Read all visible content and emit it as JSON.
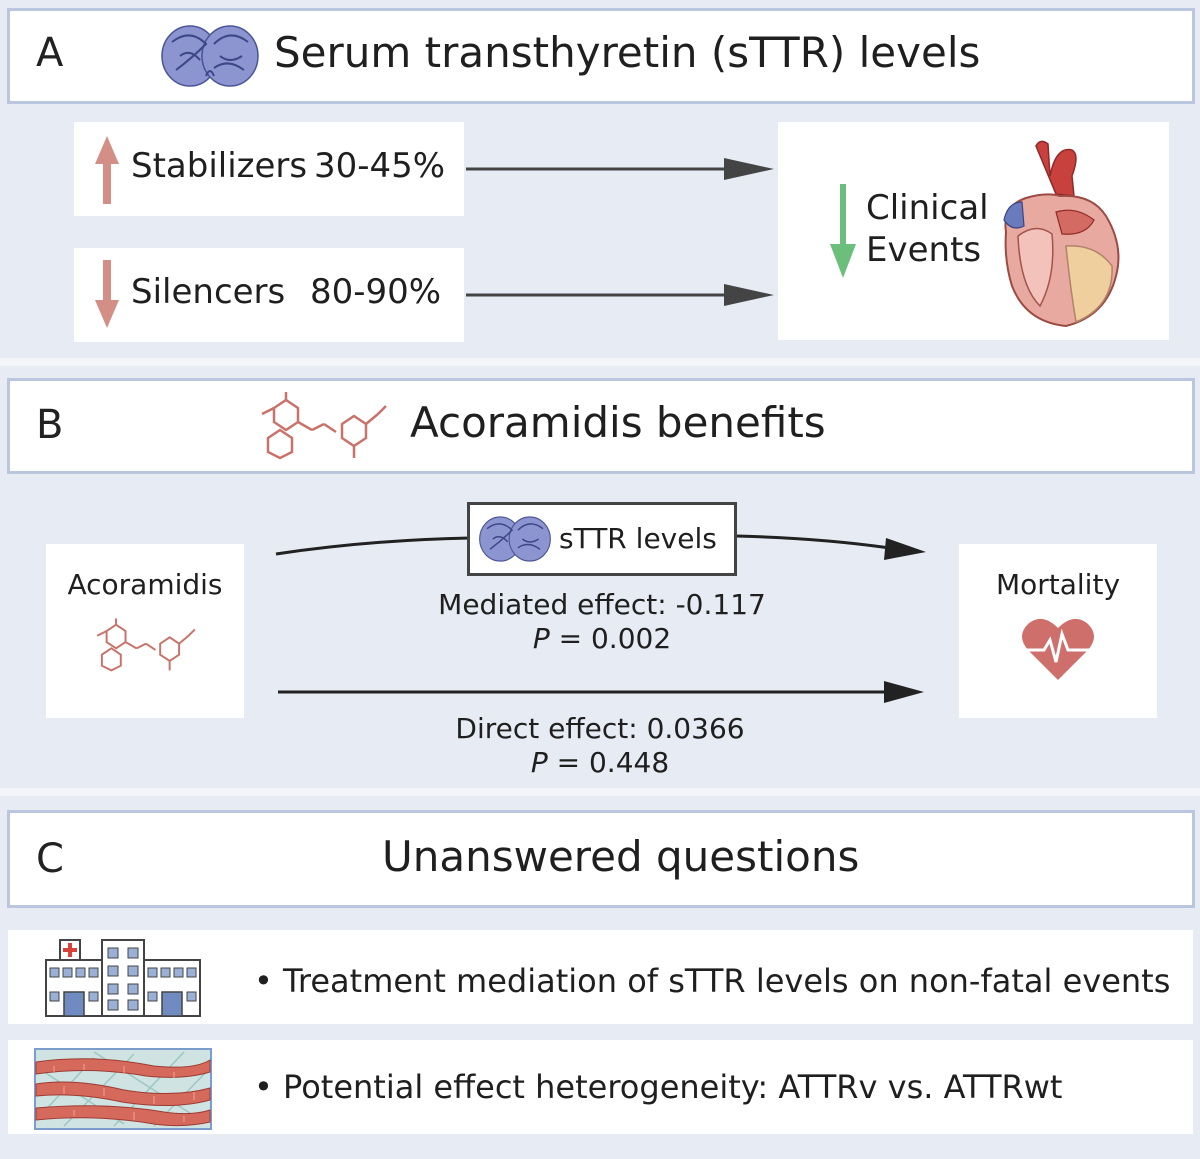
{
  "panel_a": {
    "letter": "A",
    "title": "Serum transthyretin (sTTR) levels",
    "stabilizers": {
      "label": "Stabilizers",
      "value": "30-45%"
    },
    "silencers": {
      "label": "Silencers",
      "value": "80-90%"
    },
    "outcome_line1": "Clinical",
    "outcome_line2": "Events",
    "colors": {
      "up_arrow": "#d38e86",
      "down_arrow_red": "#d38e86",
      "down_arrow_green": "#6bbf7a"
    }
  },
  "panel_b": {
    "letter": "B",
    "title": "Acoramidis benefits",
    "drug_label": "Acoramidis",
    "mediator_label": "sTTR levels",
    "outcome_label": "Mortality",
    "mediated_effect": "Mediated effect: -0.117",
    "mediated_p_italic": "P",
    "mediated_p_rest": " = 0.002",
    "direct_effect": "Direct effect: 0.0366",
    "direct_p_italic": "P",
    "direct_p_rest": " = 0.448"
  },
  "panel_c": {
    "letter": "C",
    "title": "Unanswered questions",
    "items": [
      {
        "text": "• Treatment mediation of sTTR levels on non-fatal events",
        "icon": "hospital-icon"
      },
      {
        "text": "• Potential effect heterogeneity: ATTRv vs. ATTRwt",
        "icon": "muscle-tissue-icon"
      }
    ]
  }
}
